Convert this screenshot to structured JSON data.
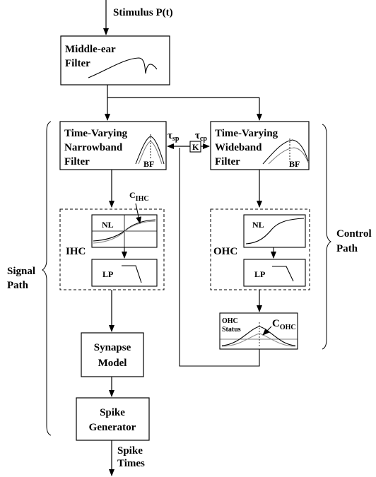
{
  "stimulus_label": "Stimulus P(t)",
  "middle_ear": {
    "line1": "Middle-ear",
    "line2": "Filter"
  },
  "narrowband": {
    "line1": "Time-Varying",
    "line2": "Narrowband",
    "line3": "Filter",
    "bf": "BF"
  },
  "wideband": {
    "line1": "Time-Varying",
    "line2": "Wideband",
    "line3": "Filter",
    "bf": "BF"
  },
  "tau_sp": {
    "base": "τ",
    "sub": "sp"
  },
  "tau_cp": {
    "base": "τ",
    "sub": "cp"
  },
  "k_label": "K",
  "ihc": {
    "label": "IHC",
    "nl": "NL",
    "lp": "LP",
    "c_base": "C",
    "c_sub": "IHC"
  },
  "ohc": {
    "label": "OHC",
    "nl": "NL",
    "lp": "LP"
  },
  "ohc_status": {
    "line1": "OHC",
    "line2": "Status",
    "c_base": "C",
    "c_sub": "OHC"
  },
  "synapse": {
    "line1": "Synapse",
    "line2": "Model"
  },
  "spike_gen": {
    "line1": "Spike",
    "line2": "Generator"
  },
  "spike_times": {
    "line1": "Spike",
    "line2": "Times"
  },
  "signal_path": {
    "line1": "Signal",
    "line2": "Path"
  },
  "control_path": {
    "line1": "Control",
    "line2": "Path"
  }
}
